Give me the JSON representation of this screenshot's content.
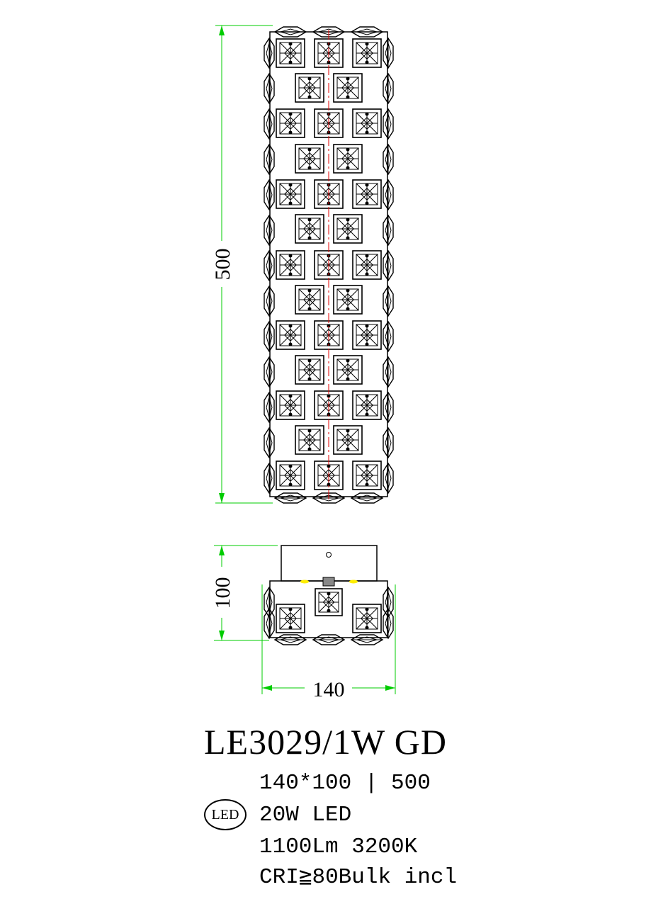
{
  "drawing": {
    "front_view": {
      "height_label": "500"
    },
    "side_view": {
      "depth_label": "100",
      "width_label": "140"
    }
  },
  "product": {
    "model": "LE3029/1W GD",
    "badge": "LED",
    "specs": {
      "dimensions": "140*100 | 500",
      "power": "20W LED",
      "lumen": "1100Lm 3200K",
      "cri": "CRI≧80Bulk incl"
    }
  },
  "colors": {
    "line": "#000000",
    "dimension": "#00cc00",
    "centerline": "#e00000",
    "accent": "#ffee00"
  }
}
